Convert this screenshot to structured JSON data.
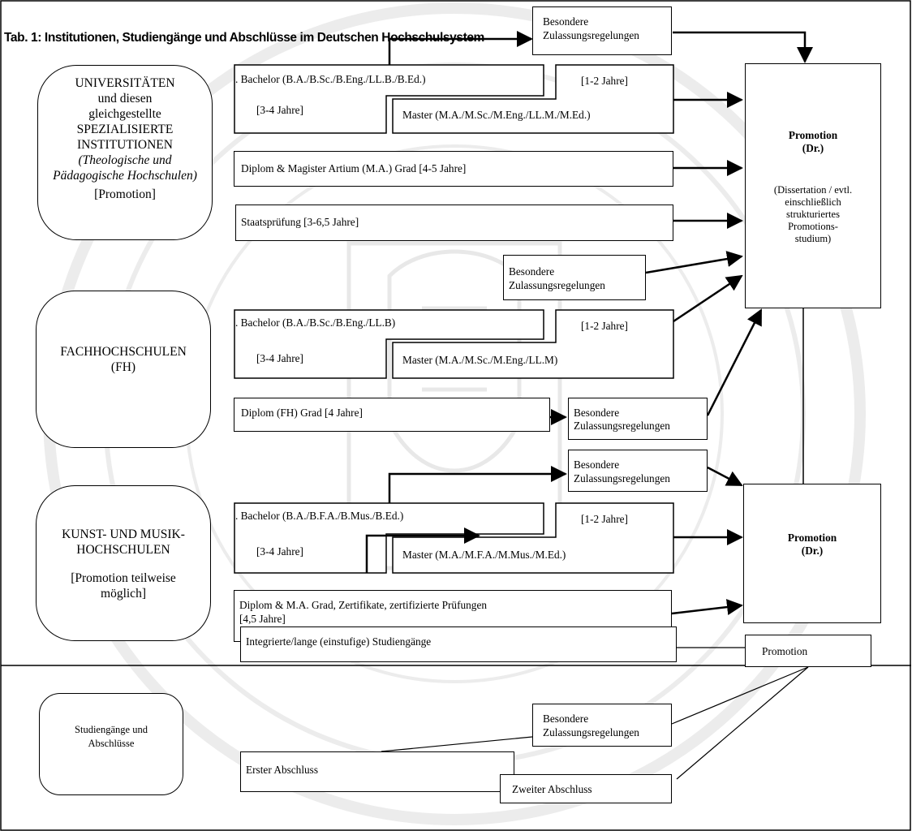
{
  "title": "Tab. 1: Institutionen, Studiengänge und Abschlüsse im Deutschen Hochschulsystem",
  "institutions": {
    "uni": {
      "line1": "UNIVERSITÄTEN",
      "line2": "und diesen",
      "line3": "gleichgestellte",
      "line4": "SPEZIALISIERTE",
      "line5": "INSTITUTIONEN",
      "line6": "(Theologische und",
      "line7": "Pädagogische Hochschulen)",
      "line8": "[Promotion]"
    },
    "fh": {
      "line1": "FACHHOCHSCHULEN",
      "line2": "(FH)"
    },
    "kunst": {
      "line1": "KUNST- UND MUSIK-",
      "line2": "HOCHSCHULEN",
      "line3": "[Promotion teilweise",
      "line4": "möglich]"
    },
    "legend": {
      "line1": "Studiengänge und",
      "line2": "Abschlüsse"
    }
  },
  "uni_programs": {
    "bachelor": ". Bachelor (B.A./B.Sc./B.Eng./LL.B./B.Ed.)",
    "bachelor_years": "[3-4 Jahre]",
    "master": "Master (M.A./M.Sc./M.Eng./LL.M./M.Ed.)",
    "master_years": "[1-2 Jahre]",
    "diplom": "Diplom & Magister Artium (M.A.) Grad [4-5 Jahre]",
    "staats": "Staatsprüfung [3-6,5 Jahre]"
  },
  "fh_programs": {
    "bachelor": ". Bachelor (B.A./B.Sc./B.Eng./LL.B)",
    "bachelor_years": "[3-4 Jahre]",
    "master": "Master (M.A./M.Sc./M.Eng./LL.M)",
    "master_years": "[1-2 Jahre]",
    "diplom": "Diplom (FH) Grad [4 Jahre]"
  },
  "kunst_programs": {
    "bachelor": ". Bachelor (B.A./B.F.A./B.Mus./B.Ed.)",
    "bachelor_years": "[3-4 Jahre]",
    "master": "Master (M.A./M.F.A./M.Mus./M.Ed.)",
    "master_years": "[1-2 Jahre]",
    "diplom_line1": "Diplom & M.A. Grad, Zertifikate, zertifizierte Prüfungen",
    "diplom_line2": "[4,5 Jahre]"
  },
  "special": {
    "line1": "Besondere",
    "line2": "Zulassungsregelungen"
  },
  "promotion_main": {
    "title1": "Promotion",
    "title2": "(Dr.)",
    "desc1": "(Dissertation / evtl.",
    "desc2": "einschließlich",
    "desc3": "strukturiertes",
    "desc4": "Promotions-",
    "desc5": "studium)"
  },
  "promotion_kunst": {
    "title1": "Promotion",
    "title2": "(Dr.)"
  },
  "legend_items": {
    "integrated": "Integrierte/lange (einstufige) Studiengänge",
    "promotion": "Promotion",
    "first": "Erster Abschluss",
    "second": "Zweiter Abschluss"
  }
}
